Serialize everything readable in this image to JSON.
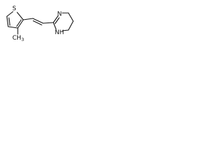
{
  "molecule": {
    "atoms": {
      "sulfur": "S",
      "methyl": "CH",
      "methyl_subscript": "3",
      "nh": "NH",
      "imine_n": "N"
    }
  }
}
